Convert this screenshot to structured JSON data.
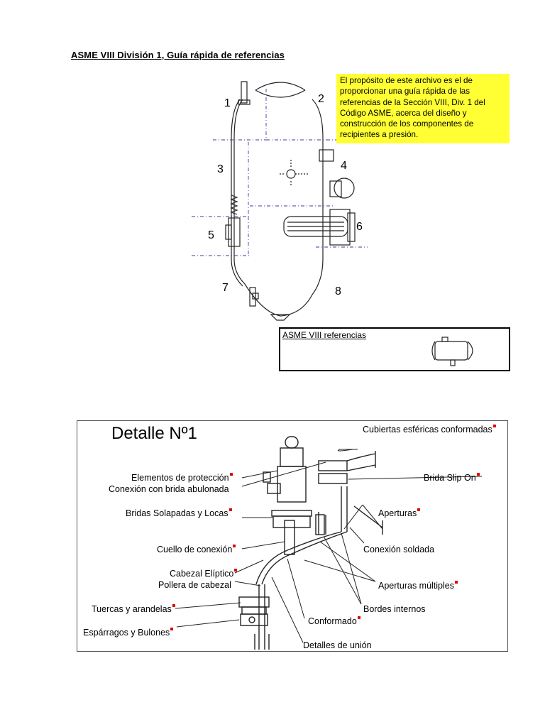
{
  "title": "ASME VIII División 1, Guía rápida de referencias",
  "note": "El propósito de este archivo es el de proporcionar una guía rápida de las referencias de la Sección VIII, Div. 1 del Código ASME, acerca del diseño y construcción de los componentes de recipientes a presión.",
  "zones": [
    "1",
    "2",
    "3",
    "4",
    "5",
    "6",
    "7",
    "8"
  ],
  "ref_box": {
    "title": "ASME VIII  referencias"
  },
  "detail": {
    "title": "Detalle Nº1",
    "labels": {
      "cubiertas": "Cubiertas esféricas conformadas",
      "proteccion": "Elementos de protección",
      "brida_abulonada": "Conexión con brida abulonada",
      "slip_on": "Brida Slip On",
      "aperturas": "Aperturas",
      "solapadas": "Bridas Solapadas y Locas",
      "cuello": "Cuello de conexión",
      "soldada": "Conexión soldada",
      "cabezal": "Cabezal Elíptico",
      "pollera": "Pollera de cabezal",
      "multiples": "Aperturas múltiples",
      "tuercas": "Tuercas y arandelas",
      "bordes": "Bordes internos",
      "conformado": "Conformado",
      "esparragos": "Espárragos y Bulones",
      "union": "Detalles de unión"
    }
  },
  "colors": {
    "note_bg": "#ffff33",
    "marker": "#e00000",
    "zone_lines": "#3a3aa0"
  }
}
